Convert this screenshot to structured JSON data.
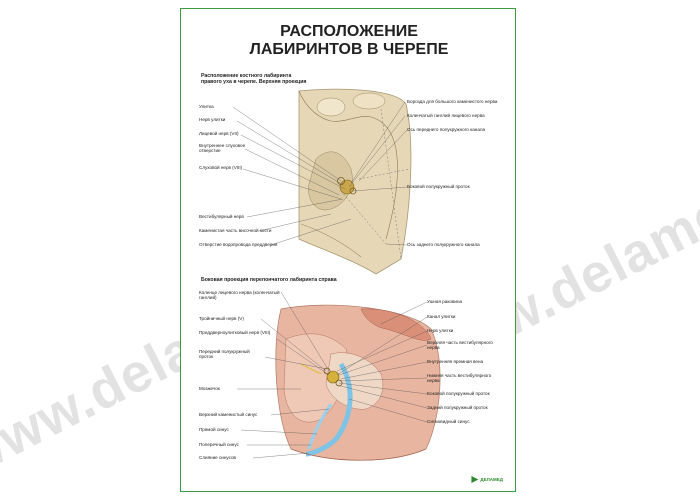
{
  "title": {
    "line1": "РАСПОЛОЖЕНИЕ",
    "line2": "ЛАБИРИНТОВ В ЧЕРЕПЕ"
  },
  "top_section": {
    "heading_line1": "Расположение костного лабиринта",
    "heading_line2": "правого уха в черепе. Верхняя проекция",
    "left_labels": [
      "Улитка",
      "Нерв улитки",
      "Лицевой нерв (VII)",
      "Внутреннее слуховое отверстие",
      "Слуховой нерв (VIII)",
      "Вестибулярный нерв",
      "Каменистая часть височной кости",
      "Отверстие водопровода преддверия"
    ],
    "right_labels": [
      "Борозда для большого каменистого нерва",
      "Коленчатый ганглий лицевого нерва",
      "Ось переднего полукружного канала",
      "Боковой полукружный проток",
      "Ось заднего полукружного канала"
    ]
  },
  "bottom_section": {
    "heading": "Боковая проекция перепончатого лабиринта справа",
    "left_labels": [
      "Коленце лицевого нерва (коленчатый ганглий)",
      "Тройничный нерв (V)",
      "Преддверноулитковый нерв (VIII)",
      "Передний полукружный проток",
      "Мозжечок",
      "Верхний каменистый синус",
      "Прямой синус",
      "Поперечный синус",
      "Слияние синусов"
    ],
    "right_labels": [
      "Ушная раковина",
      "Канал улитки",
      "Нерв улитки",
      "Верхняя часть вестибулярного нерва",
      "Внутренняя яремная вена",
      "Нижняя часть вестибулярного нерва",
      "Боковой полукружный проток",
      "Задний полукружный проток",
      "Сигмовидный синус"
    ]
  },
  "logo_text": "ДЕЛАМЕД",
  "watermark": "www.delamed.ru",
  "colors": {
    "border": "#3d9a3d",
    "bone": "#e6d7b6",
    "skin": "#e3a58f",
    "vein": "#7fc4e6",
    "nerve": "#d4b13a"
  }
}
